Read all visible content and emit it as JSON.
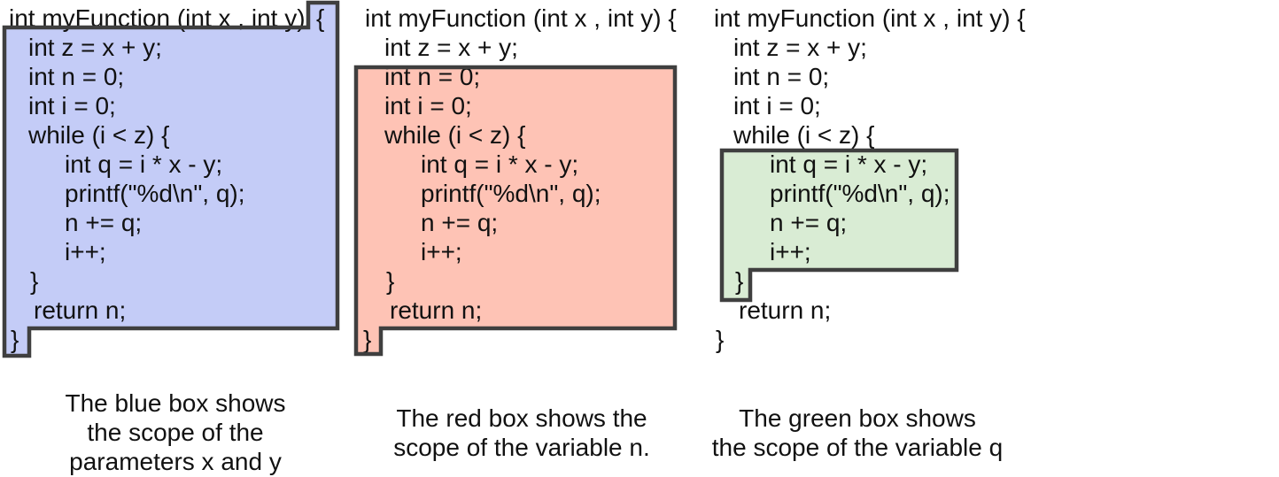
{
  "code": {
    "line1_main": "int myFunction (int x , int y)",
    "line1_brace": "{",
    "lines": [
      "int myFunction (int x , int y) {",
      "int z = x + y;",
      "int n = 0;",
      "int i = 0;",
      "while (i < z) {",
      "int q = i * x - y;",
      "printf(\"%d\\n\", q);",
      "n += q;",
      "i++;",
      "}",
      "return n;",
      "}"
    ]
  },
  "colors": {
    "border": "#3f3f3f",
    "text": "#111111"
  },
  "blocks": [
    {
      "name": "blue",
      "fill": "#c4ccf7",
      "caption_lines": [
        "The blue box shows",
        "the scope of the",
        "parameters x and y"
      ]
    },
    {
      "name": "red",
      "fill": "#fec3b5",
      "caption_lines": [
        "The red box shows the",
        "scope of the variable n."
      ]
    },
    {
      "name": "green",
      "fill": "#d9ecd4",
      "caption_lines": [
        "The green box shows",
        "the scope of the variable q"
      ]
    }
  ]
}
